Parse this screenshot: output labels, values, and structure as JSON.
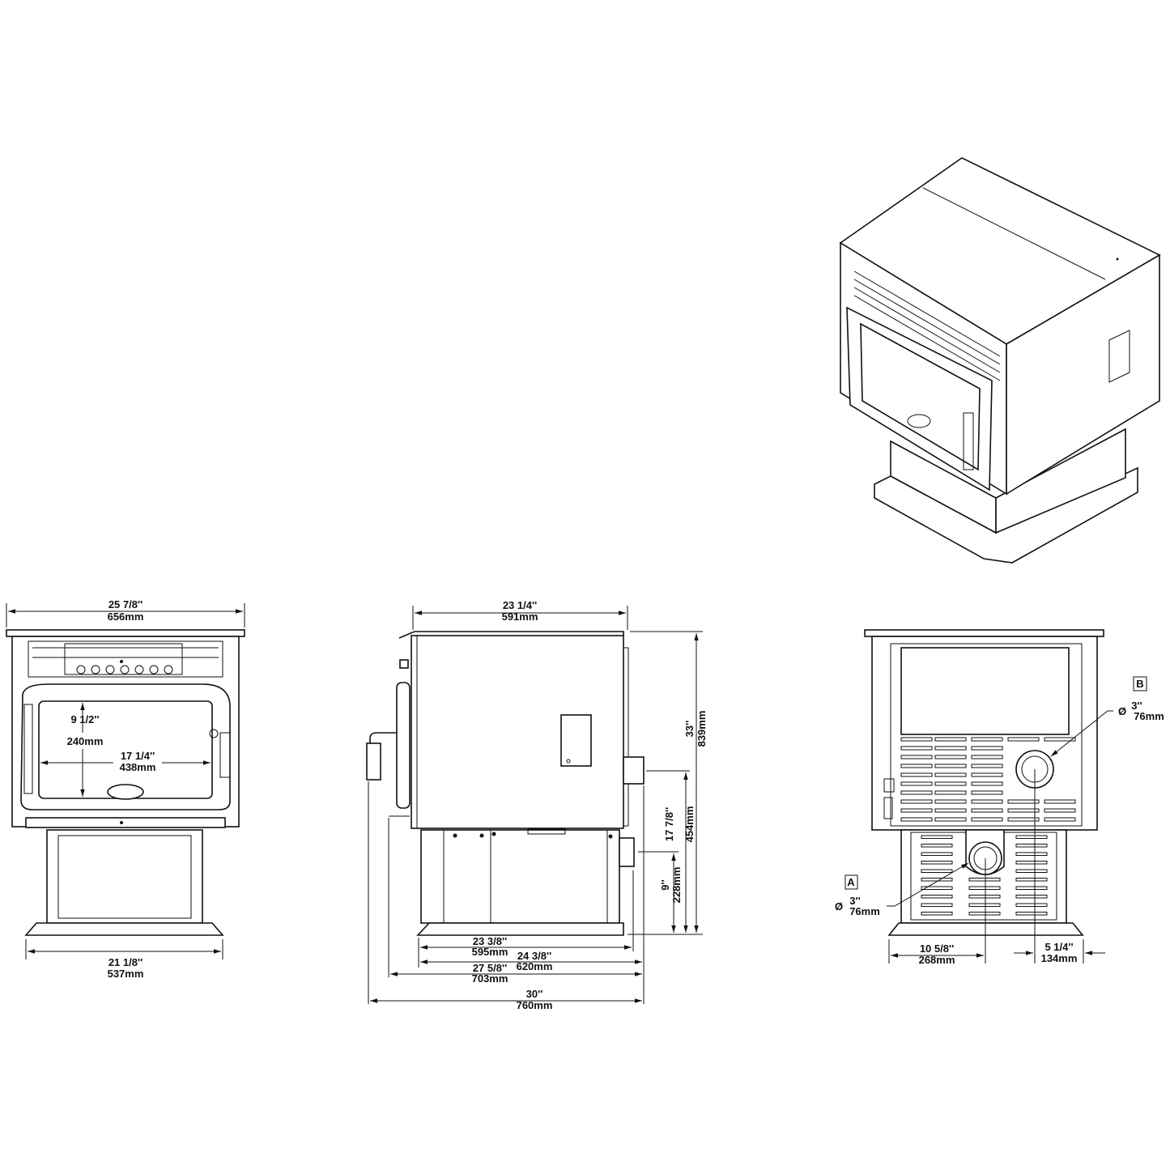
{
  "front_view": {
    "overall_width": {
      "imperial": "25 7/8''",
      "metric": "656mm"
    },
    "glass_height": {
      "imperial": "9 1/2''",
      "metric": "240mm"
    },
    "glass_width": {
      "imperial": "17 1/4''",
      "metric": "438mm"
    },
    "base_width": {
      "imperial": "21 1/8''",
      "metric": "537mm"
    }
  },
  "side_view": {
    "top_depth": {
      "imperial": "23 1/4''",
      "metric": "591mm"
    },
    "overall_height": {
      "imperial": "33''",
      "metric": "839mm"
    },
    "flue_b_height": {
      "imperial": "17 7/8''",
      "metric": "454mm"
    },
    "flue_a_height": {
      "imperial": "9''",
      "metric": "228mm"
    },
    "depth_1": {
      "imperial": "23 3/8''",
      "metric": "595mm"
    },
    "depth_2": {
      "imperial": "24 3/8''",
      "metric": "620mm"
    },
    "depth_3": {
      "imperial": "27 5/8''",
      "metric": "703mm"
    },
    "overall_depth": {
      "imperial": "30''",
      "metric": "760mm"
    }
  },
  "rear_view": {
    "outlet_b": {
      "label": "B",
      "diameter_symbol": "Ø",
      "imperial": "3''",
      "metric": "76mm"
    },
    "outlet_a": {
      "label": "A",
      "diameter_symbol": "Ø",
      "imperial": "3''",
      "metric": "76mm"
    },
    "outlet_a_offset": {
      "imperial": "10 5/8''",
      "metric": "268mm"
    },
    "outlet_b_offset": {
      "imperial": "5 1/4''",
      "metric": "134mm"
    }
  }
}
